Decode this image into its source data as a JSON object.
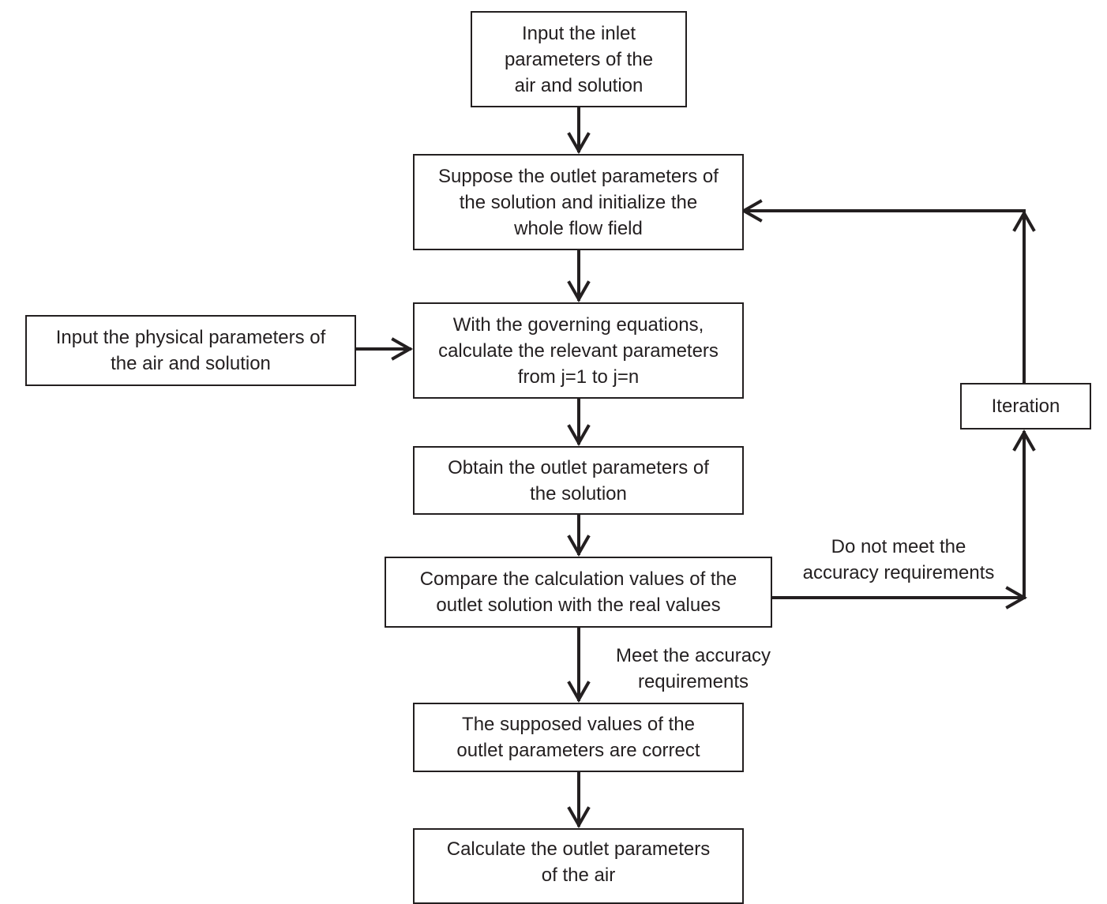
{
  "diagram": {
    "boxes": {
      "inlet_input": "Input the inlet\nparameters of the\nair and solution",
      "suppose_outlet": "Suppose the outlet parameters of\nthe solution and initialize the\nwhole flow field",
      "governing_equations": "With the governing equations,\ncalculate the relevant parameters\nfrom j=1 to j=n",
      "physical_params": "Input the physical parameters of\nthe air and solution",
      "obtain_outlet": "Obtain the outlet parameters of\nthe solution",
      "compare": "Compare the calculation values of the\noutlet solution with the real values",
      "iteration": "Iteration",
      "supposed_correct": "The supposed values of the\noutlet parameters are correct",
      "calc_air": "Calculate the outlet parameters\nof the air"
    },
    "edge_labels": {
      "not_meet": "Do not meet the\naccuracy requirements",
      "meet": "Meet the accuracy\nrequirements"
    },
    "line_color": "#231f20"
  }
}
